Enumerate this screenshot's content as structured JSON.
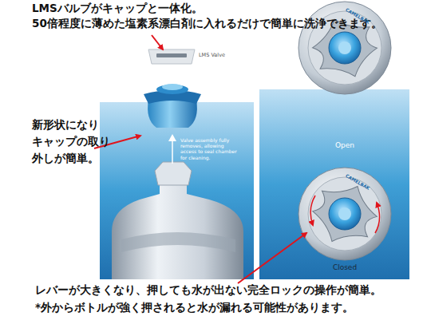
{
  "diagram": {
    "labels": [
      "LMSバルブがキャップと一体化。",
      "50倍程度に薄めた塩素系漂白剤に入れるだけで簡単に洗浄できます。",
      "LMS Valve",
      "新形状になり キャップの取り 外しが簡単。",
      "Valve assembly fully removes, allowing access to seal chamber for cleaning.",
      "Open",
      "Closed",
      "CAMELBAK",
      "CAMELBAK",
      "レバーが大きくなり、押しても水が出ない完全ロックの操作が簡単。",
      "*外からボトルが強く押されると水が漏れる可能性があります。"
    ]
  }
}
